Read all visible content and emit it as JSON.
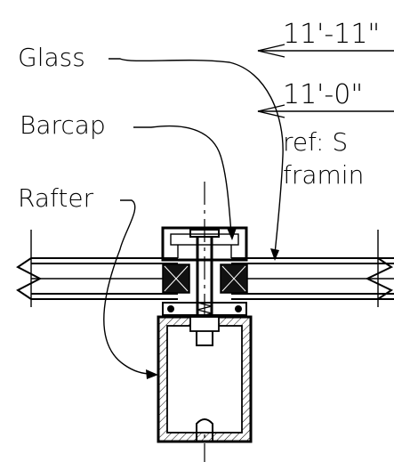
{
  "labels": {
    "glass": "Glass",
    "barcap": "Barcap",
    "rafter": "Rafter"
  },
  "dimensions": {
    "top": "11'-11\"",
    "bottom": "11'-0\""
  },
  "note": {
    "line1": "ref: S",
    "line2": "framin"
  },
  "colors": {
    "line": "#000000",
    "background": "#ffffff"
  }
}
